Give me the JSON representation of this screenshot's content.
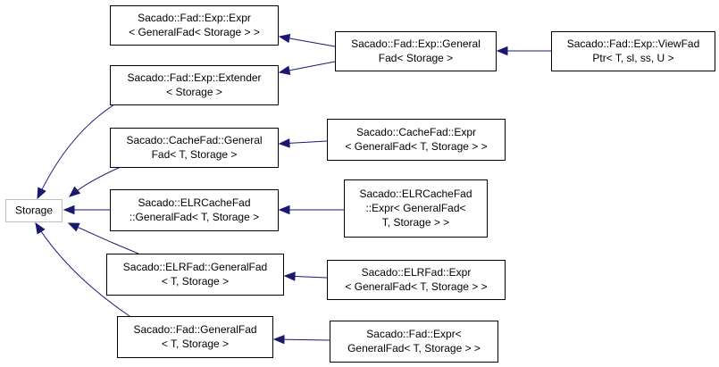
{
  "diagram": {
    "nodes": [
      {
        "id": "storage",
        "lines": [
          "Storage"
        ],
        "style": "gray"
      },
      {
        "id": "exp_expr",
        "lines": [
          "Sacado::Fad::Exp::Expr",
          "< GeneralFad< Storage > >"
        ]
      },
      {
        "id": "exp_extender",
        "lines": [
          "Sacado::Fad::Exp::Extender",
          "< Storage >"
        ]
      },
      {
        "id": "exp_general",
        "lines": [
          "Sacado::Fad::Exp::General",
          "Fad< Storage >"
        ]
      },
      {
        "id": "exp_viewfad",
        "lines": [
          "Sacado::Fad::Exp::ViewFad",
          "Ptr< T, sl, ss, U >"
        ]
      },
      {
        "id": "cache_general",
        "lines": [
          "Sacado::CacheFad::General",
          "Fad< T, Storage >"
        ]
      },
      {
        "id": "cache_expr",
        "lines": [
          "Sacado::CacheFad::Expr",
          "< GeneralFad< T, Storage > >"
        ]
      },
      {
        "id": "elrcache_general",
        "lines": [
          "Sacado::ELRCacheFad",
          "::GeneralFad< T, Storage >"
        ]
      },
      {
        "id": "elrcache_expr",
        "lines": [
          "Sacado::ELRCacheFad",
          "::Expr< GeneralFad<",
          "T, Storage > >"
        ]
      },
      {
        "id": "elr_general",
        "lines": [
          "Sacado::ELRFad::GeneralFad",
          "< T, Storage >"
        ]
      },
      {
        "id": "elr_expr",
        "lines": [
          "Sacado::ELRFad::Expr",
          "< GeneralFad< T, Storage > >"
        ]
      },
      {
        "id": "fad_general",
        "lines": [
          "Sacado::Fad::GeneralFad",
          "< T, Storage >"
        ]
      },
      {
        "id": "fad_expr",
        "lines": [
          "Sacado::Fad::Expr<",
          "GeneralFad< T, Storage > >"
        ]
      }
    ],
    "edges": [
      {
        "from": "exp_extender",
        "to": "storage"
      },
      {
        "from": "cache_general",
        "to": "storage"
      },
      {
        "from": "elrcache_general",
        "to": "storage"
      },
      {
        "from": "elr_general",
        "to": "storage"
      },
      {
        "from": "fad_general",
        "to": "storage"
      },
      {
        "from": "exp_general",
        "to": "exp_expr"
      },
      {
        "from": "exp_general",
        "to": "exp_extender"
      },
      {
        "from": "exp_viewfad",
        "to": "exp_general"
      },
      {
        "from": "cache_expr",
        "to": "cache_general"
      },
      {
        "from": "elrcache_expr",
        "to": "elrcache_general"
      },
      {
        "from": "elr_expr",
        "to": "elr_general"
      },
      {
        "from": "fad_expr",
        "to": "fad_general"
      }
    ],
    "colors": {
      "edge": "#191970",
      "box_border": "#000000",
      "storage_border": "#bfbfbf"
    }
  }
}
